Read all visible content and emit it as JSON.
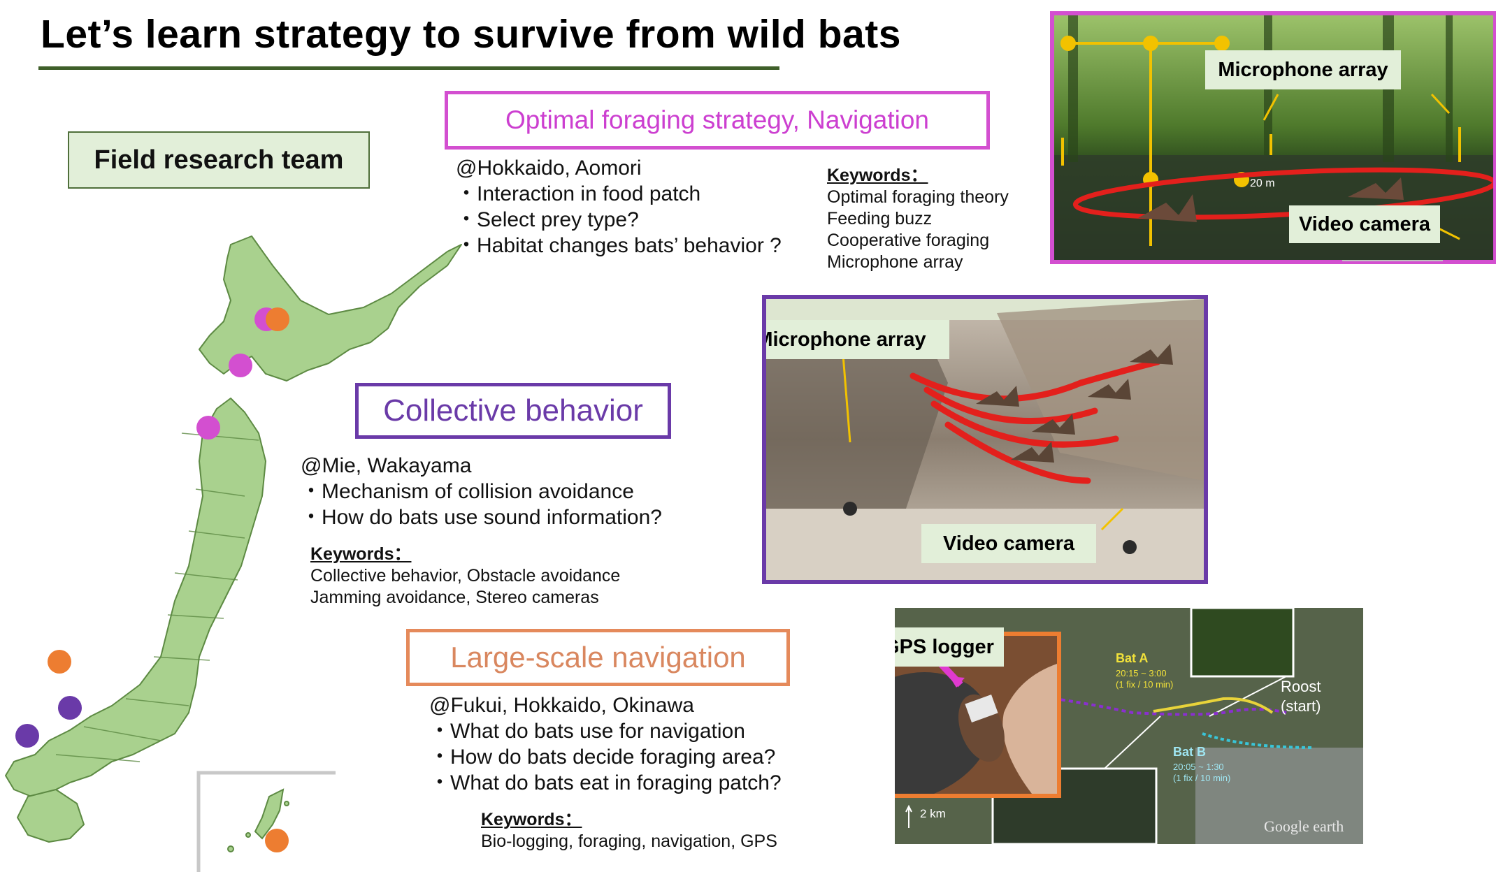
{
  "title": "Let’s learn strategy to survive from wild bats",
  "field_team": "Field research team",
  "section1": {
    "topic": "Optimal foraging strategy, Navigation",
    "location": "@Hokkaido, Aomori",
    "items": [
      "・Interaction in food patch",
      "・Select prey type?",
      "・Habitat changes bats’ behavior ?"
    ],
    "keywords_heading": "Keywords：",
    "keywords": [
      "Optimal foraging theory",
      "Feeding buzz",
      "Cooperative foraging",
      "Microphone array"
    ]
  },
  "section2": {
    "topic": "Collective behavior",
    "location": "@Mie, Wakayama",
    "items": [
      "・Mechanism of collision avoidance",
      "・How do bats use sound information?"
    ],
    "keywords_heading": "Keywords：",
    "keywords": [
      "Collective behavior, Obstacle avoidance",
      "Jamming avoidance, Stereo cameras"
    ]
  },
  "section3": {
    "topic": "Large-scale navigation",
    "location": "@Fukui, Hokkaido, Okinawa",
    "items": [
      "・What do bats use for navigation",
      "・How do bats decide foraging area?",
      "・What do bats eat in foraging patch?"
    ],
    "keywords_heading": "Keywords：",
    "keywords": [
      "Bio-logging, foraging, navigation, GPS"
    ]
  },
  "photo1": {
    "label_mic": "Microphone array",
    "label_video": "Video camera",
    "distance": "20 m"
  },
  "photo2": {
    "label_mic": "Microphone array",
    "label_video": "Video camera"
  },
  "photo3": {
    "label_gps": "GPS logger",
    "bat_a": "Bat A",
    "bat_a_time": "20:15 ~ 3:00",
    "bat_a_rate": "(1 fix / 10 min)",
    "bat_b": "Bat B",
    "bat_b_time": "20:05 ~ 1:30",
    "bat_b_rate": "(1 fix / 10 min)",
    "roost": "Roost",
    "roost_start": "(start)",
    "scale": "2 km",
    "credit": "Google earth"
  },
  "colors": {
    "pink": "#d34fd0",
    "purple": "#6a3aa8",
    "orange": "#e58a5b",
    "map_fill": "#a9d18e",
    "label_bg": "#e2efd9"
  }
}
